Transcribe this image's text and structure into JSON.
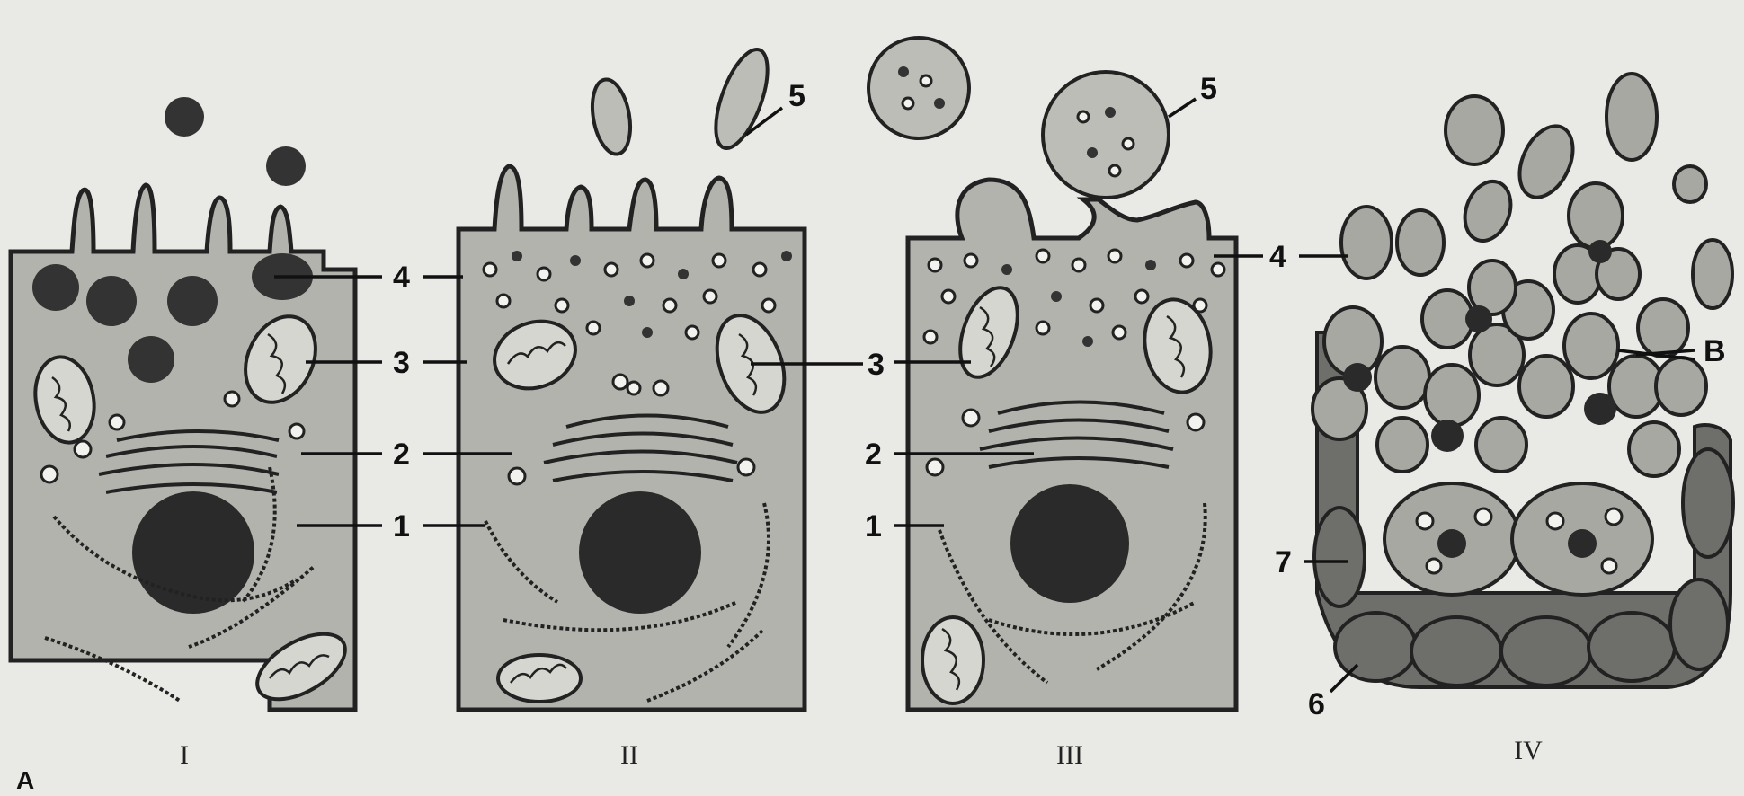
{
  "figure": {
    "panel_letter": "А",
    "numerals": [
      "I",
      "II",
      "III",
      "IV"
    ],
    "callouts": {
      "n1": "1",
      "n2": "2",
      "n3": "3",
      "n4": "4",
      "n5": "5",
      "n6": "6",
      "n7": "7",
      "nB": "В"
    }
  }
}
